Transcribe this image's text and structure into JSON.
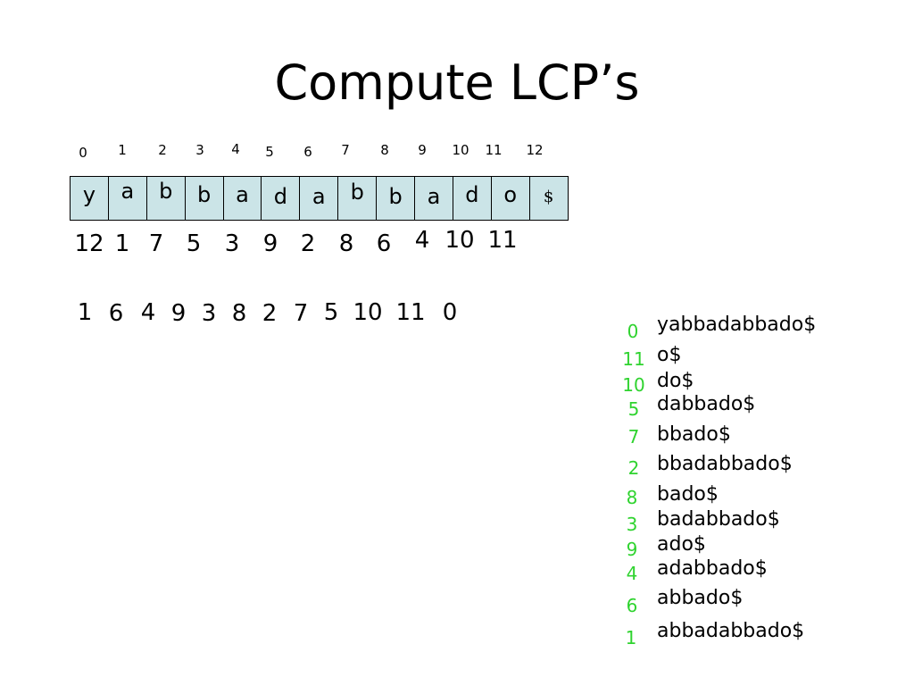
{
  "title": "Compute LCP’s",
  "string_indices": [
    "0",
    "1",
    "2",
    "3",
    "4",
    "5",
    "6",
    "7",
    "8",
    "9",
    "10",
    "11",
    "12"
  ],
  "string_chars": [
    "y",
    "a",
    "b",
    "b",
    "a",
    "d",
    "a",
    "b",
    "b",
    "a",
    "d",
    "o",
    "$"
  ],
  "rank_row": [
    "12",
    "1",
    "7",
    "5",
    "3",
    "9",
    "2",
    "8",
    "6",
    "4",
    "10",
    "11"
  ],
  "sequence_row": [
    "1",
    "6",
    "4",
    "9",
    "3",
    "8",
    "2",
    "7",
    "5",
    "10",
    "11",
    "0"
  ],
  "sorted_suffixes": [
    {
      "index": "0",
      "suffix": "yabbadabbado$"
    },
    {
      "index": "11",
      "suffix": "o$"
    },
    {
      "index": "10",
      "suffix": "do$"
    },
    {
      "index": "5",
      "suffix": "dabbado$"
    },
    {
      "index": "7",
      "suffix": "bbado$"
    },
    {
      "index": "2",
      "suffix": "bbadabbado$"
    },
    {
      "index": "8",
      "suffix": "bado$"
    },
    {
      "index": "3",
      "suffix": "badabbado$"
    },
    {
      "index": "9",
      "suffix": "ado$"
    },
    {
      "index": "4",
      "suffix": "adabbado$"
    },
    {
      "index": "6",
      "suffix": "abbado$"
    },
    {
      "index": "1",
      "suffix": "abbadabbado$"
    }
  ],
  "colors": {
    "cell_fill": "#cbe4e7",
    "suffix_index": "#2fd32f",
    "text": "#000000"
  }
}
